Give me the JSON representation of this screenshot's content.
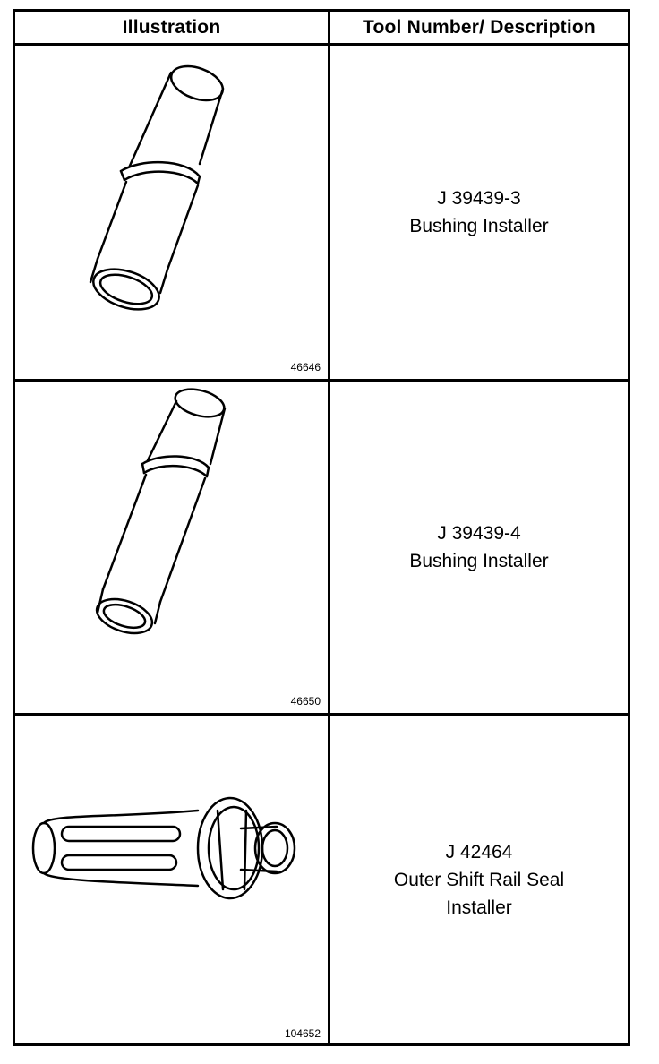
{
  "header": {
    "illustration_label": "Illustration",
    "tool_label": "Tool Number/ Description"
  },
  "rows": [
    {
      "tool_number": "J 39439-3",
      "description": "Bushing Installer",
      "description_2": "",
      "figure_number": "46646",
      "icon": "bushing-installer-icon"
    },
    {
      "tool_number": "J 39439-4",
      "description": "Bushing Installer",
      "description_2": "",
      "figure_number": "46650",
      "icon": "bushing-installer-icon"
    },
    {
      "tool_number": "J 42464",
      "description": "Outer Shift Rail Seal",
      "description_2": "Installer",
      "figure_number": "104652",
      "icon": "seal-installer-icon"
    }
  ]
}
